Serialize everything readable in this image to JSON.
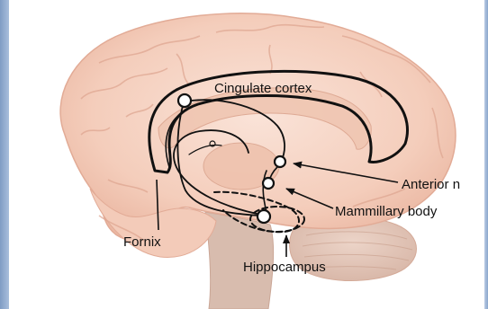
{
  "labels": {
    "cingulate_cortex": "Cingulate cortex",
    "anterior_n": "Anterior n",
    "mammillary_body": "Mammillary body",
    "fornix": "Fornix",
    "hippocampus": "Hippocampus"
  },
  "colors": {
    "brain_fill": "#f6d3c3",
    "brain_shadow": "#e8b7a3",
    "brainstem": "#cdb3a6",
    "circuit_stroke": "#111111",
    "frame_blue": "#8aa6cc"
  }
}
